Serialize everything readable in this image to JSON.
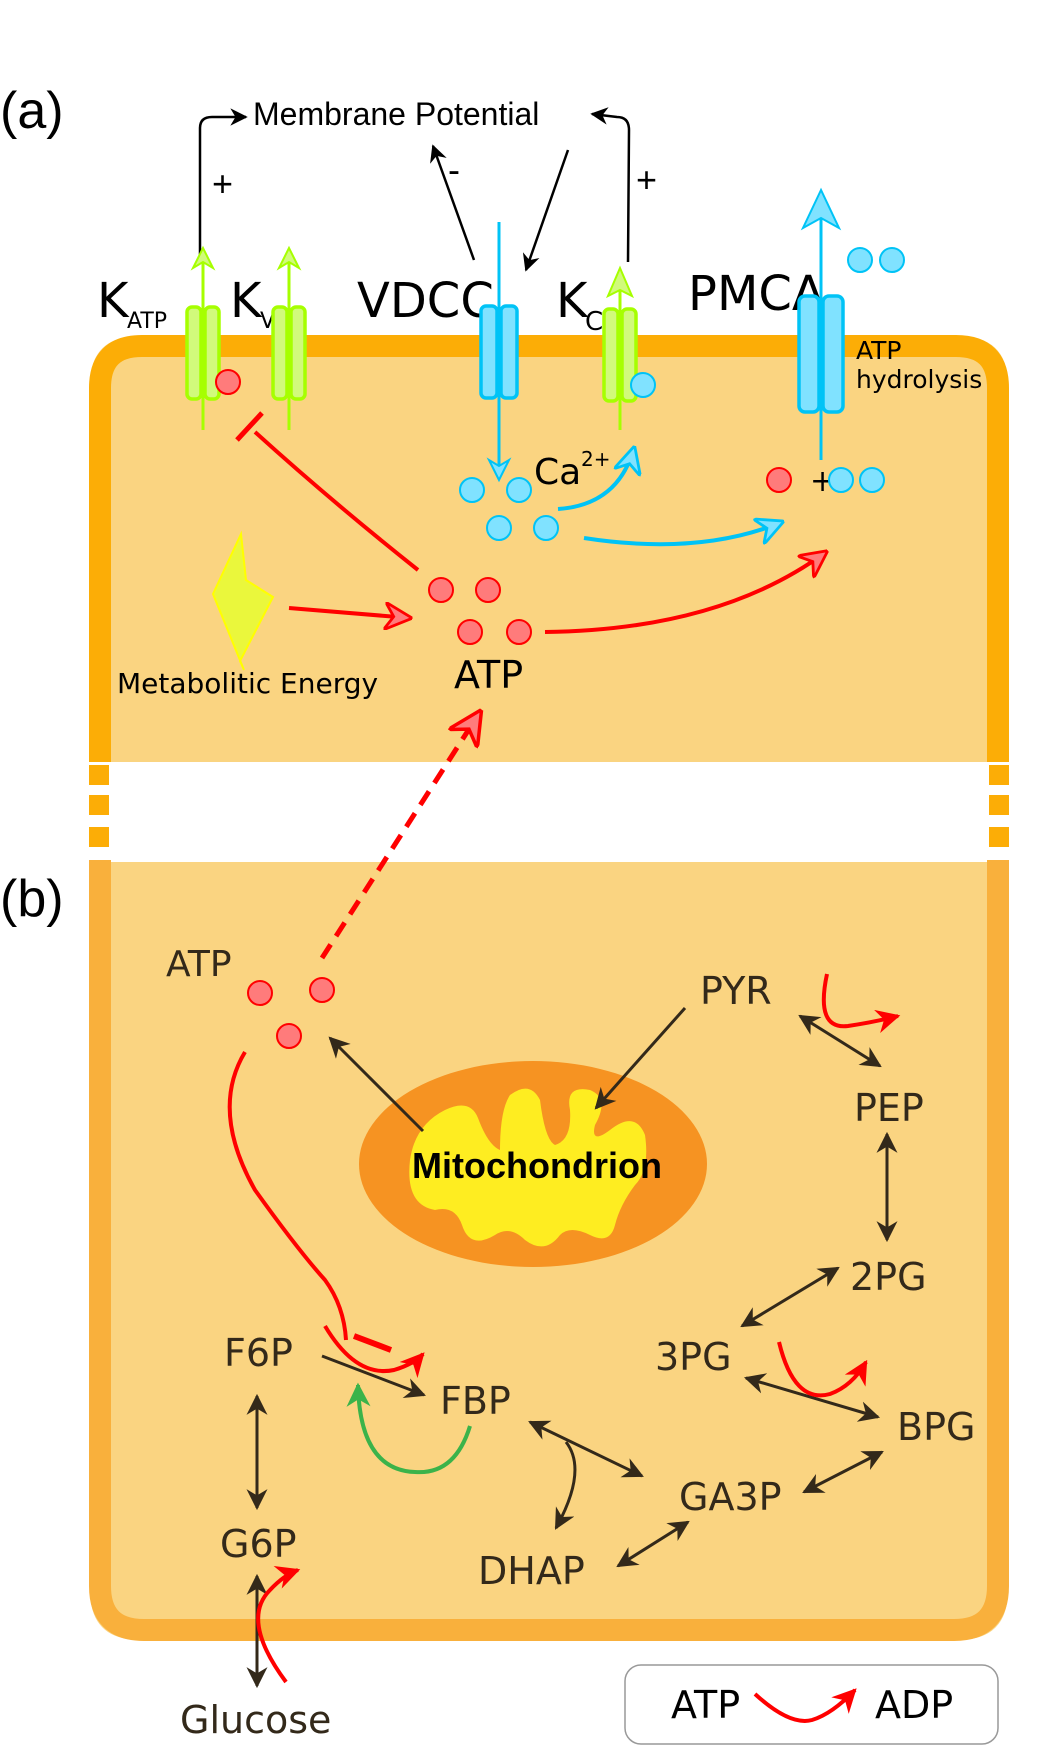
{
  "panel_a": {
    "label": "(a)",
    "membrane_potential": "Membrane Potential",
    "plus_left": "+",
    "plus_right": "+",
    "minus": "-",
    "channels": {
      "katp": {
        "main": "K",
        "sub": "ATP"
      },
      "kv": {
        "main": "K",
        "sub": "V"
      },
      "vdcc": "VDCC",
      "kca": {
        "main": "K",
        "sub": "Ca"
      },
      "pmca": "PMCA"
    },
    "atp_hydrolysis": [
      "ATP",
      "hydrolysis"
    ],
    "calcium": {
      "main": "Ca",
      "sup": "2+"
    },
    "hydrolysis_plus": "+",
    "metabolic_energy": "Metabolitic Energy",
    "atp": "ATP"
  },
  "panel_b": {
    "label": "(b)",
    "atp": "ATP",
    "mitochondrion": "Mitochondrion",
    "metabolites": {
      "pyr": "PYR",
      "pep": "PEP",
      "pg2": "2PG",
      "pg3": "3PG",
      "bpg": "BPG",
      "ga3p": "GA3P",
      "dhap": "DHAP",
      "fbp": "FBP",
      "f6p": "F6P",
      "g6p": "G6P",
      "glucose": "Glucose"
    }
  },
  "legend": {
    "from": "ATP",
    "to": "ADP"
  },
  "colors": {
    "membrane_a": "#fcad06",
    "membrane_b": "#f9b03c",
    "cytoplasm": "#fad481",
    "atp_red": "#ff0000",
    "atp_fill": "#ff7b7b",
    "calcium_blue": "#00c3f6",
    "calcium_fill": "#80e2ff",
    "k_channel_green": "#a6ff00",
    "k_channel_fill": "#d1fa7b",
    "energy_yellow": "#eaf73c",
    "mito_outer": "#f69322",
    "mito_inner": "#feed21",
    "pathway_dark": "#33291a",
    "activation_green": "#3bb34a"
  }
}
